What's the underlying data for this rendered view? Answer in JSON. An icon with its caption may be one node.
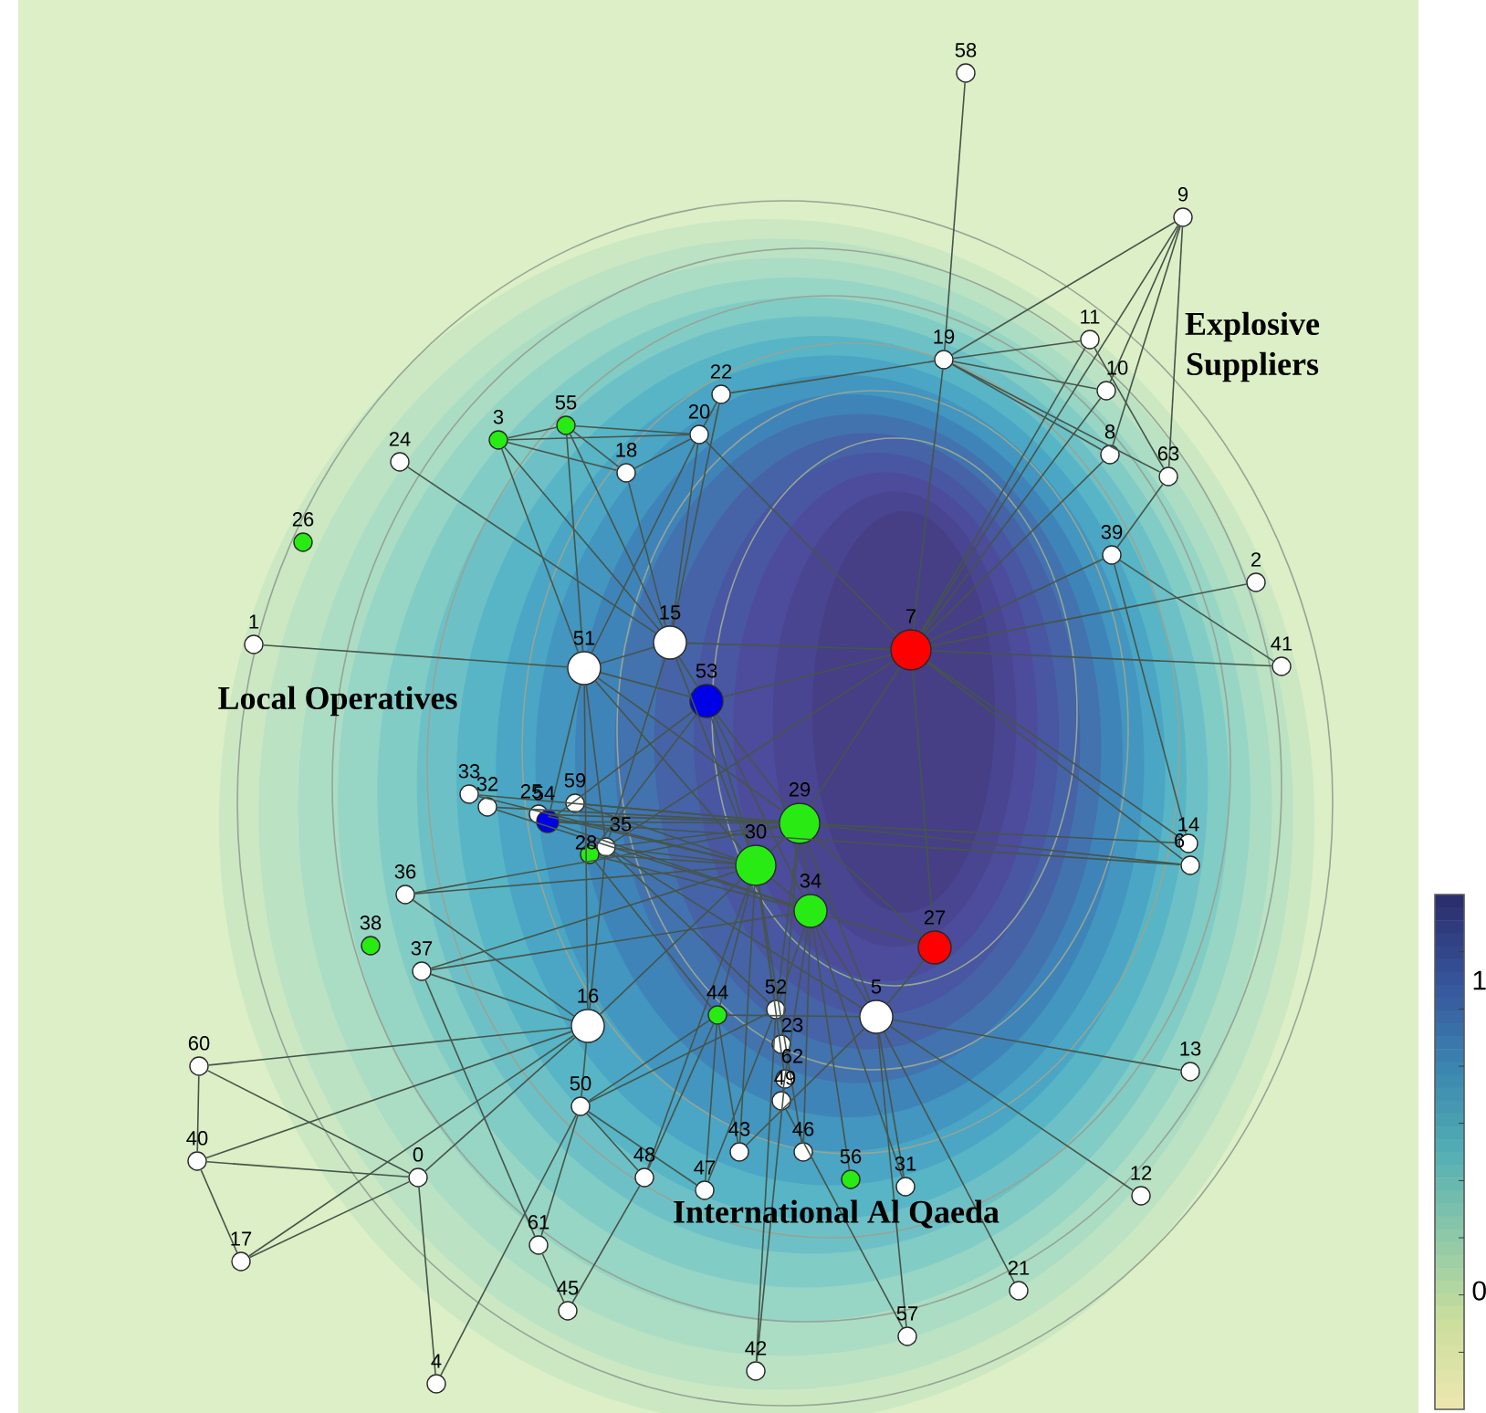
{
  "diagram": {
    "nodes": [
      {
        "text": [],
        "shape": "circle",
        "beside": [
          "58"
        ]
      },
      {
        "text": [],
        "shape": "circle",
        "beside": [
          "9"
        ]
      },
      {
        "text": [],
        "shape": "circle",
        "beside": [
          "11"
        ]
      },
      {
        "text": [],
        "shape": "circle",
        "beside": [
          "19"
        ]
      },
      {
        "text": [],
        "shape": "circle",
        "beside": [
          "10"
        ]
      },
      {
        "text": [],
        "shape": "circle",
        "beside": [
          "22"
        ]
      },
      {
        "text": [],
        "shape": "circle",
        "beside": [
          "55"
        ]
      },
      {
        "text": [],
        "shape": "circle",
        "beside": [
          "20"
        ]
      },
      {
        "text": [],
        "shape": "circle",
        "beside": [
          "3"
        ]
      },
      {
        "text": [],
        "shape": "circle",
        "beside": [
          "8"
        ]
      },
      {
        "text": [],
        "shape": "circle",
        "beside": [
          "24"
        ]
      },
      {
        "text": [],
        "shape": "circle",
        "beside": [
          "18"
        ]
      },
      {
        "text": [],
        "shape": "circle",
        "beside": [
          "63"
        ]
      },
      {
        "text": [],
        "shape": "circle",
        "beside": [
          "26"
        ]
      },
      {
        "text": [],
        "shape": "circle",
        "beside": [
          "39"
        ]
      },
      {
        "text": [],
        "shape": "circle",
        "beside": [
          "2"
        ]
      },
      {
        "text": [],
        "shape": "circle",
        "beside": [
          "15"
        ]
      },
      {
        "text": [],
        "shape": "circle",
        "beside": [
          "1"
        ]
      },
      {
        "text": [],
        "shape": "circle",
        "beside": [
          "7"
        ]
      },
      {
        "text": [],
        "shape": "circle",
        "beside": [
          "41"
        ]
      },
      {
        "text": [],
        "shape": "circle",
        "beside": [
          "51"
        ]
      },
      {
        "text": [],
        "shape": "circle",
        "beside": [
          "53"
        ]
      },
      {
        "text": [],
        "shape": "circle",
        "beside": [
          "33"
        ]
      },
      {
        "text": [],
        "shape": "circle",
        "beside": [
          "59"
        ]
      },
      {
        "text": [],
        "shape": "circle",
        "beside": [
          "32"
        ]
      },
      {
        "text": [],
        "shape": "circle",
        "beside": [
          "25"
        ]
      },
      {
        "text": [],
        "shape": "circle",
        "beside": [
          "29"
        ]
      },
      {
        "text": [],
        "shape": "circle",
        "beside": [
          "54"
        ]
      },
      {
        "text": [],
        "shape": "circle",
        "beside": [
          "14"
        ]
      },
      {
        "text": [],
        "shape": "circle",
        "beside": [
          "35"
        ]
      },
      {
        "text": [],
        "shape": "circle",
        "beside": [
          "28"
        ]
      },
      {
        "text": [],
        "shape": "circle",
        "beside": [
          "30"
        ]
      },
      {
        "text": [],
        "shape": "circle",
        "beside": [
          "6"
        ]
      },
      {
        "text": [],
        "shape": "circle",
        "beside": [
          "36"
        ]
      },
      {
        "text": [],
        "shape": "circle",
        "beside": [
          "34"
        ]
      },
      {
        "text": [],
        "shape": "circle",
        "beside": [
          "38"
        ]
      },
      {
        "text": [],
        "shape": "circle",
        "beside": [
          "27"
        ]
      },
      {
        "text": [],
        "shape": "circle",
        "beside": [
          "37"
        ]
      },
      {
        "text": [],
        "shape": "circle",
        "beside": [
          "52"
        ]
      },
      {
        "text": [],
        "shape": "circle",
        "beside": [
          "44"
        ]
      },
      {
        "text": [],
        "shape": "circle",
        "beside": [
          "5"
        ]
      },
      {
        "text": [],
        "shape": "circle",
        "beside": [
          "16"
        ]
      },
      {
        "text": [],
        "shape": "circle",
        "beside": [
          "23"
        ]
      },
      {
        "text": [],
        "shape": "circle",
        "beside": [
          "60"
        ]
      },
      {
        "text": [],
        "shape": "circle",
        "beside": [
          "13"
        ]
      },
      {
        "text": [],
        "shape": "circle",
        "beside": [
          "62"
        ]
      },
      {
        "text": [],
        "shape": "circle",
        "beside": [
          "49"
        ]
      },
      {
        "text": [],
        "shape": "circle",
        "beside": [
          "50"
        ]
      },
      {
        "text": [],
        "shape": "circle",
        "beside": [
          "43"
        ]
      },
      {
        "text": [],
        "shape": "circle",
        "beside": [
          "46"
        ]
      },
      {
        "text": [],
        "shape": "circle",
        "beside": [
          "40"
        ]
      },
      {
        "text": [],
        "shape": "circle",
        "beside": [
          "0"
        ]
      },
      {
        "text": [],
        "shape": "circle",
        "beside": [
          "48"
        ]
      },
      {
        "text": [],
        "shape": "circle",
        "beside": [
          "56"
        ]
      },
      {
        "text": [],
        "shape": "circle",
        "beside": [
          "31"
        ]
      },
      {
        "text": [],
        "shape": "circle",
        "beside": [
          "47"
        ]
      },
      {
        "text": [],
        "shape": "circle",
        "beside": [
          "12"
        ]
      },
      {
        "text": [],
        "shape": "circle",
        "beside": [
          "61"
        ]
      },
      {
        "text": [],
        "shape": "circle",
        "beside": [
          "17"
        ]
      },
      {
        "text": [],
        "shape": "circle",
        "beside": [
          "21"
        ]
      },
      {
        "text": [],
        "shape": "circle",
        "beside": [
          "45"
        ]
      },
      {
        "text": [],
        "shape": "circle",
        "beside": [
          "57"
        ]
      },
      {
        "text": [],
        "shape": "circle",
        "beside": [
          "42"
        ]
      },
      {
        "text": [],
        "shape": "circle",
        "beside": [
          "4"
        ]
      }
    ],
    "edges": [
      {
        "from": 0,
        "to": 3,
        "arrow": "none"
      },
      {
        "from": 3,
        "to": 18,
        "arrow": "none"
      },
      {
        "from": 3,
        "to": 1,
        "arrow": "none"
      },
      {
        "from": 3,
        "to": 2,
        "arrow": "none"
      },
      {
        "from": 3,
        "to": 4,
        "arrow": "none"
      },
      {
        "from": 3,
        "to": 9,
        "arrow": "none"
      },
      {
        "from": 3,
        "to": 12,
        "arrow": "none"
      },
      {
        "from": 3,
        "to": 5,
        "arrow": "none"
      },
      {
        "from": 1,
        "to": 4,
        "arrow": "none"
      },
      {
        "from": 1,
        "to": 9,
        "arrow": "none"
      },
      {
        "from": 1,
        "to": 12,
        "arrow": "none"
      },
      {
        "from": 1,
        "to": 18,
        "arrow": "none"
      },
      {
        "from": 2,
        "to": 12,
        "arrow": "none"
      },
      {
        "from": 18,
        "to": 2,
        "arrow": "none"
      },
      {
        "from": 18,
        "to": 4,
        "arrow": "none"
      },
      {
        "from": 18,
        "to": 9,
        "arrow": "none"
      },
      {
        "from": 18,
        "to": 14,
        "arrow": "none"
      },
      {
        "from": 18,
        "to": 15,
        "arrow": "none"
      },
      {
        "from": 18,
        "to": 19,
        "arrow": "none"
      },
      {
        "from": 18,
        "to": 21,
        "arrow": "none"
      },
      {
        "from": 18,
        "to": 36,
        "arrow": "none"
      },
      {
        "from": 18,
        "to": 28,
        "arrow": "none"
      },
      {
        "from": 18,
        "to": 32,
        "arrow": "none"
      },
      {
        "from": 18,
        "to": 16,
        "arrow": "none"
      },
      {
        "from": 18,
        "to": 26,
        "arrow": "none"
      },
      {
        "from": 18,
        "to": 29,
        "arrow": "none"
      },
      {
        "from": 18,
        "to": 7,
        "arrow": "none"
      },
      {
        "from": 14,
        "to": 12,
        "arrow": "none"
      },
      {
        "from": 14,
        "to": 19,
        "arrow": "none"
      },
      {
        "from": 14,
        "to": 28,
        "arrow": "none"
      },
      {
        "from": 5,
        "to": 7,
        "arrow": "none"
      },
      {
        "from": 5,
        "to": 16,
        "arrow": "none"
      },
      {
        "from": 7,
        "to": 11,
        "arrow": "none"
      },
      {
        "from": 7,
        "to": 8,
        "arrow": "none"
      },
      {
        "from": 7,
        "to": 16,
        "arrow": "none"
      },
      {
        "from": 7,
        "to": 20,
        "arrow": "none"
      },
      {
        "from": 6,
        "to": 8,
        "arrow": "none"
      },
      {
        "from": 6,
        "to": 11,
        "arrow": "none"
      },
      {
        "from": 6,
        "to": 7,
        "arrow": "none"
      },
      {
        "from": 6,
        "to": 20,
        "arrow": "none"
      },
      {
        "from": 6,
        "to": 16,
        "arrow": "none"
      },
      {
        "from": 8,
        "to": 11,
        "arrow": "none"
      },
      {
        "from": 8,
        "to": 20,
        "arrow": "none"
      },
      {
        "from": 8,
        "to": 16,
        "arrow": "none"
      },
      {
        "from": 11,
        "to": 16,
        "arrow": "none"
      },
      {
        "from": 10,
        "to": 16,
        "arrow": "none"
      },
      {
        "from": 17,
        "to": 20,
        "arrow": "none"
      },
      {
        "from": 20,
        "to": 16,
        "arrow": "none"
      },
      {
        "from": 20,
        "to": 21,
        "arrow": "none"
      },
      {
        "from": 20,
        "to": 26,
        "arrow": "none"
      },
      {
        "from": 20,
        "to": 31,
        "arrow": "none"
      },
      {
        "from": 20,
        "to": 29,
        "arrow": "none"
      },
      {
        "from": 20,
        "to": 27,
        "arrow": "none"
      },
      {
        "from": 20,
        "to": 41,
        "arrow": "none"
      },
      {
        "from": 16,
        "to": 21,
        "arrow": "none"
      },
      {
        "from": 16,
        "to": 31,
        "arrow": "none"
      },
      {
        "from": 16,
        "to": 29,
        "arrow": "none"
      },
      {
        "from": 21,
        "to": 26,
        "arrow": "none"
      },
      {
        "from": 21,
        "to": 31,
        "arrow": "none"
      },
      {
        "from": 21,
        "to": 34,
        "arrow": "none"
      },
      {
        "from": 21,
        "to": 27,
        "arrow": "none"
      },
      {
        "from": 21,
        "to": 30,
        "arrow": "none"
      },
      {
        "from": 22,
        "to": 26,
        "arrow": "none"
      },
      {
        "from": 22,
        "to": 31,
        "arrow": "none"
      },
      {
        "from": 24,
        "to": 26,
        "arrow": "none"
      },
      {
        "from": 24,
        "to": 34,
        "arrow": "none"
      },
      {
        "from": 23,
        "to": 26,
        "arrow": "none"
      },
      {
        "from": 23,
        "to": 31,
        "arrow": "none"
      },
      {
        "from": 25,
        "to": 26,
        "arrow": "none"
      },
      {
        "from": 25,
        "to": 31,
        "arrow": "none"
      },
      {
        "from": 27,
        "to": 26,
        "arrow": "none"
      },
      {
        "from": 27,
        "to": 34,
        "arrow": "none"
      },
      {
        "from": 27,
        "to": 32,
        "arrow": "none"
      },
      {
        "from": 29,
        "to": 26,
        "arrow": "none"
      },
      {
        "from": 29,
        "to": 31,
        "arrow": "none"
      },
      {
        "from": 29,
        "to": 38,
        "arrow": "none"
      },
      {
        "from": 29,
        "to": 40,
        "arrow": "none"
      },
      {
        "from": 29,
        "to": 41,
        "arrow": "none"
      },
      {
        "from": 30,
        "to": 31,
        "arrow": "none"
      },
      {
        "from": 30,
        "to": 34,
        "arrow": "none"
      },
      {
        "from": 30,
        "to": 39,
        "arrow": "none"
      },
      {
        "from": 26,
        "to": 28,
        "arrow": "none"
      },
      {
        "from": 26,
        "to": 32,
        "arrow": "none"
      },
      {
        "from": 26,
        "to": 34,
        "arrow": "none"
      },
      {
        "from": 26,
        "to": 31,
        "arrow": "none"
      },
      {
        "from": 26,
        "to": 36,
        "arrow": "none"
      },
      {
        "from": 26,
        "to": 40,
        "arrow": "none"
      },
      {
        "from": 26,
        "to": 38,
        "arrow": "none"
      },
      {
        "from": 26,
        "to": 42,
        "arrow": "none"
      },
      {
        "from": 31,
        "to": 34,
        "arrow": "none"
      },
      {
        "from": 31,
        "to": 38,
        "arrow": "none"
      },
      {
        "from": 31,
        "to": 39,
        "arrow": "none"
      },
      {
        "from": 31,
        "to": 48,
        "arrow": "none"
      },
      {
        "from": 31,
        "to": 49,
        "arrow": "none"
      },
      {
        "from": 31,
        "to": 41,
        "arrow": "none"
      },
      {
        "from": 31,
        "to": 52,
        "arrow": "none"
      },
      {
        "from": 31,
        "to": 45,
        "arrow": "none"
      },
      {
        "from": 34,
        "to": 36,
        "arrow": "none"
      },
      {
        "from": 34,
        "to": 40,
        "arrow": "none"
      },
      {
        "from": 34,
        "to": 38,
        "arrow": "none"
      },
      {
        "from": 34,
        "to": 49,
        "arrow": "none"
      },
      {
        "from": 34,
        "to": 54,
        "arrow": "none"
      },
      {
        "from": 34,
        "to": 53,
        "arrow": "none"
      },
      {
        "from": 34,
        "to": 46,
        "arrow": "none"
      },
      {
        "from": 33,
        "to": 26,
        "arrow": "none"
      },
      {
        "from": 33,
        "to": 31,
        "arrow": "none"
      },
      {
        "from": 33,
        "to": 41,
        "arrow": "none"
      },
      {
        "from": 37,
        "to": 31,
        "arrow": "none"
      },
      {
        "from": 37,
        "to": 41,
        "arrow": "none"
      },
      {
        "from": 37,
        "to": 57,
        "arrow": "none"
      },
      {
        "from": 37,
        "to": 34,
        "arrow": "none"
      },
      {
        "from": 41,
        "to": 43,
        "arrow": "none"
      },
      {
        "from": 41,
        "to": 50,
        "arrow": "none"
      },
      {
        "from": 41,
        "to": 51,
        "arrow": "none"
      },
      {
        "from": 41,
        "to": 58,
        "arrow": "none"
      },
      {
        "from": 41,
        "to": 47,
        "arrow": "none"
      },
      {
        "from": 43,
        "to": 51,
        "arrow": "none"
      },
      {
        "from": 43,
        "to": 50,
        "arrow": "none"
      },
      {
        "from": 50,
        "to": 58,
        "arrow": "none"
      },
      {
        "from": 50,
        "to": 51,
        "arrow": "none"
      },
      {
        "from": 58,
        "to": 51,
        "arrow": "none"
      },
      {
        "from": 51,
        "to": 63,
        "arrow": "none"
      },
      {
        "from": 63,
        "to": 47,
        "arrow": "none"
      },
      {
        "from": 47,
        "to": 57,
        "arrow": "none"
      },
      {
        "from": 47,
        "to": 52,
        "arrow": "none"
      },
      {
        "from": 47,
        "to": 55,
        "arrow": "none"
      },
      {
        "from": 47,
        "to": 38,
        "arrow": "none"
      },
      {
        "from": 47,
        "to": 39,
        "arrow": "none"
      },
      {
        "from": 57,
        "to": 60,
        "arrow": "none"
      },
      {
        "from": 60,
        "to": 52,
        "arrow": "none"
      },
      {
        "from": 40,
        "to": 44,
        "arrow": "none"
      },
      {
        "from": 40,
        "to": 56,
        "arrow": "none"
      },
      {
        "from": 40,
        "to": 59,
        "arrow": "none"
      },
      {
        "from": 40,
        "to": 61,
        "arrow": "none"
      },
      {
        "from": 40,
        "to": 54,
        "arrow": "none"
      },
      {
        "from": 40,
        "to": 39,
        "arrow": "none"
      },
      {
        "from": 40,
        "to": 48,
        "arrow": "none"
      },
      {
        "from": 36,
        "to": 40,
        "arrow": "none"
      },
      {
        "from": 38,
        "to": 62,
        "arrow": "none"
      },
      {
        "from": 38,
        "to": 55,
        "arrow": "none"
      },
      {
        "from": 45,
        "to": 62,
        "arrow": "none"
      },
      {
        "from": 39,
        "to": 52,
        "arrow": "none"
      },
      {
        "from": 39,
        "to": 55,
        "arrow": "none"
      },
      {
        "from": 39,
        "to": 48,
        "arrow": "none"
      },
      {
        "from": 46,
        "to": 61,
        "arrow": "none"
      }
    ],
    "labels": [
      "Explosive Suppliers",
      "Local Operatives",
      "1",
      "International Al Qaeda",
      "0"
    ]
  }
}
